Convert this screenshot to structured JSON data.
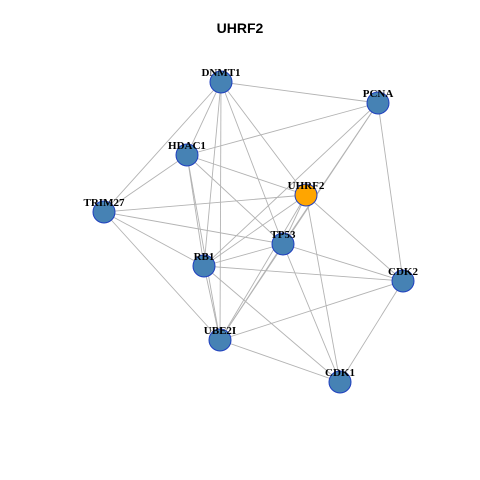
{
  "title": "UHRF2",
  "colors": {
    "node": "#4682B4",
    "highlight": "#FFA500",
    "edge": "#B3B3B3",
    "border": "#1F3FBF"
  },
  "nodes": [
    {
      "id": "DNMT1",
      "highlight": false
    },
    {
      "id": "PCNA",
      "highlight": false
    },
    {
      "id": "HDAC1",
      "highlight": false
    },
    {
      "id": "UHRF2",
      "highlight": true
    },
    {
      "id": "TRIM27",
      "highlight": false
    },
    {
      "id": "TP53",
      "highlight": false
    },
    {
      "id": "RB1",
      "highlight": false
    },
    {
      "id": "CDK2",
      "highlight": false
    },
    {
      "id": "UBE2I",
      "highlight": false
    },
    {
      "id": "CDK1",
      "highlight": false
    }
  ],
  "edges": [
    [
      "DNMT1",
      "PCNA"
    ],
    [
      "DNMT1",
      "HDAC1"
    ],
    [
      "DNMT1",
      "TRIM27"
    ],
    [
      "DNMT1",
      "UHRF2"
    ],
    [
      "DNMT1",
      "TP53"
    ],
    [
      "DNMT1",
      "RB1"
    ],
    [
      "DNMT1",
      "UBE2I"
    ],
    [
      "PCNA",
      "HDAC1"
    ],
    [
      "PCNA",
      "TP53"
    ],
    [
      "PCNA",
      "RB1"
    ],
    [
      "PCNA",
      "UBE2I"
    ],
    [
      "PCNA",
      "CDK2"
    ],
    [
      "HDAC1",
      "UHRF2"
    ],
    [
      "HDAC1",
      "TRIM27"
    ],
    [
      "HDAC1",
      "TP53"
    ],
    [
      "HDAC1",
      "RB1"
    ],
    [
      "HDAC1",
      "UBE2I"
    ],
    [
      "UHRF2",
      "TRIM27"
    ],
    [
      "UHRF2",
      "TP53"
    ],
    [
      "UHRF2",
      "RB1"
    ],
    [
      "UHRF2",
      "UBE2I"
    ],
    [
      "UHRF2",
      "CDK2"
    ],
    [
      "UHRF2",
      "CDK1"
    ],
    [
      "TRIM27",
      "TP53"
    ],
    [
      "TRIM27",
      "RB1"
    ],
    [
      "TRIM27",
      "UBE2I"
    ],
    [
      "TP53",
      "RB1"
    ],
    [
      "TP53",
      "CDK2"
    ],
    [
      "TP53",
      "CDK1"
    ],
    [
      "TP53",
      "UBE2I"
    ],
    [
      "RB1",
      "CDK2"
    ],
    [
      "RB1",
      "UBE2I"
    ],
    [
      "RB1",
      "CDK1"
    ],
    [
      "CDK2",
      "UBE2I"
    ],
    [
      "CDK2",
      "CDK1"
    ],
    [
      "UBE2I",
      "CDK1"
    ]
  ]
}
